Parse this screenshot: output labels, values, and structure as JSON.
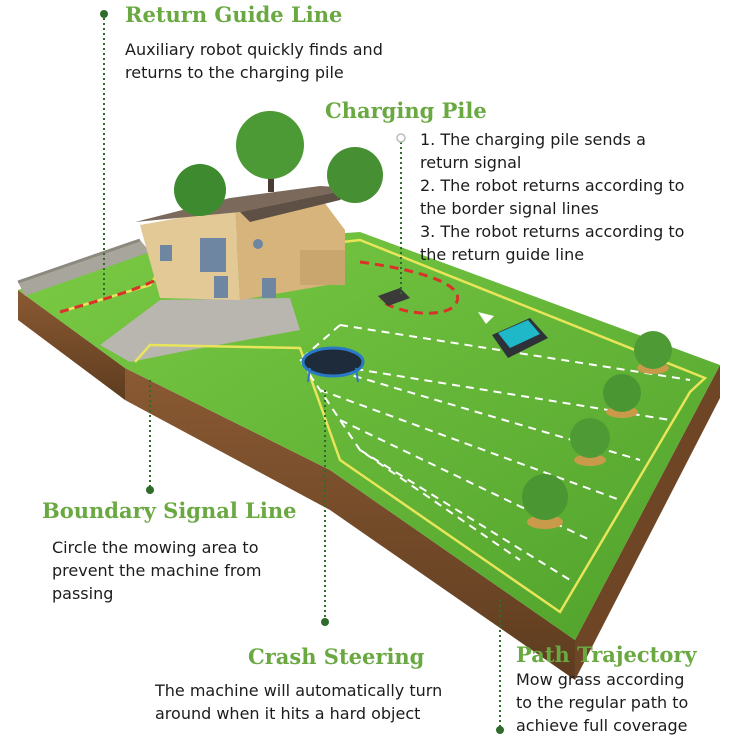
{
  "colors": {
    "heading": "#6aa842",
    "text": "#1c1c1c",
    "grass": "#5fb834",
    "soil": "#7a4f2c",
    "boundary_wire": "#e8e55a",
    "guide_wire": "#d9322a",
    "leader_line": "#2f6b2a"
  },
  "callouts": {
    "return_guide_line": {
      "title": "Return Guide Line",
      "lines": [
        "Auxiliary robot quickly finds and",
        "returns to the charging pile"
      ]
    },
    "charging_pile": {
      "title": "Charging Pile",
      "lines": [
        "1. The charging pile sends a",
        "return signal",
        "2. The robot returns according to",
        "the border signal lines",
        "3. The robot returns according to",
        "the return guide line"
      ]
    },
    "boundary_signal_line": {
      "title": "Boundary Signal Line",
      "lines": [
        "Circle the mowing area to",
        "prevent the machine from",
        "passing"
      ]
    },
    "crash_steering": {
      "title": "Crash Steering",
      "lines": [
        "The machine will automatically turn",
        "around when it hits a hard object"
      ]
    },
    "path_trajectory": {
      "title": "Path Trajectory",
      "lines": [
        "Mow grass according",
        "to the regular path to",
        "achieve full coverage"
      ]
    }
  }
}
